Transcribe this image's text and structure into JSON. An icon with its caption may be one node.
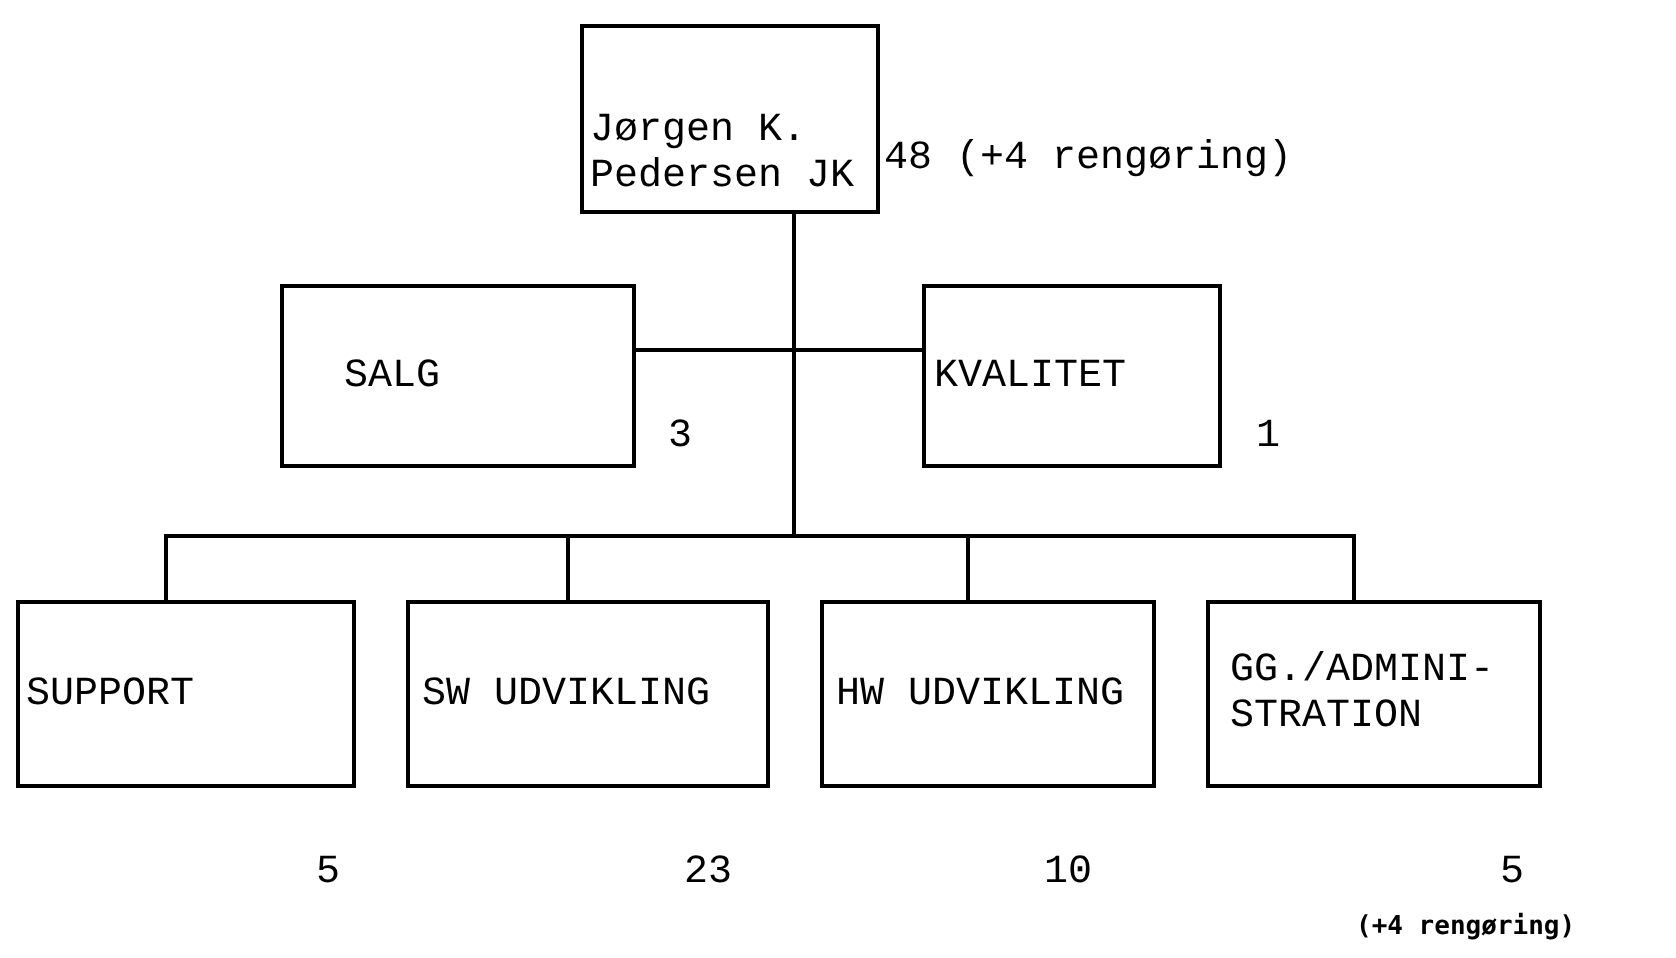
{
  "diagram": {
    "nodes": [
      {
        "text": [
          "Jørgen K. Pedersen JK"
        ],
        "beside": [
          "48 (+4 rengøring)"
        ]
      },
      {
        "text": [
          "SALG"
        ],
        "beside": [
          "3"
        ]
      },
      {
        "text": [
          "KVALITET"
        ],
        "beside": [
          "1"
        ]
      },
      {
        "text": [
          "SUPPORT"
        ],
        "beside": [
          "5"
        ]
      },
      {
        "text": [
          "SW UDVIKLING"
        ],
        "beside": [
          "23"
        ]
      },
      {
        "text": [
          "HW UDVIKLING"
        ],
        "beside": [
          "10"
        ]
      },
      {
        "text": [
          "GG./ADMINI-STRATION"
        ],
        "beside": [
          "5",
          "(+4 rengøring)"
        ]
      }
    ],
    "edges": [
      {
        "from": 0,
        "to": 1,
        "arrow": "none"
      },
      {
        "from": 0,
        "to": 2,
        "arrow": "none"
      },
      {
        "from": 0,
        "to": 3,
        "arrow": "none"
      },
      {
        "from": 0,
        "to": 4,
        "arrow": "none"
      },
      {
        "from": 0,
        "to": 5,
        "arrow": "none"
      },
      {
        "from": 0,
        "to": 6,
        "arrow": "none"
      }
    ]
  }
}
